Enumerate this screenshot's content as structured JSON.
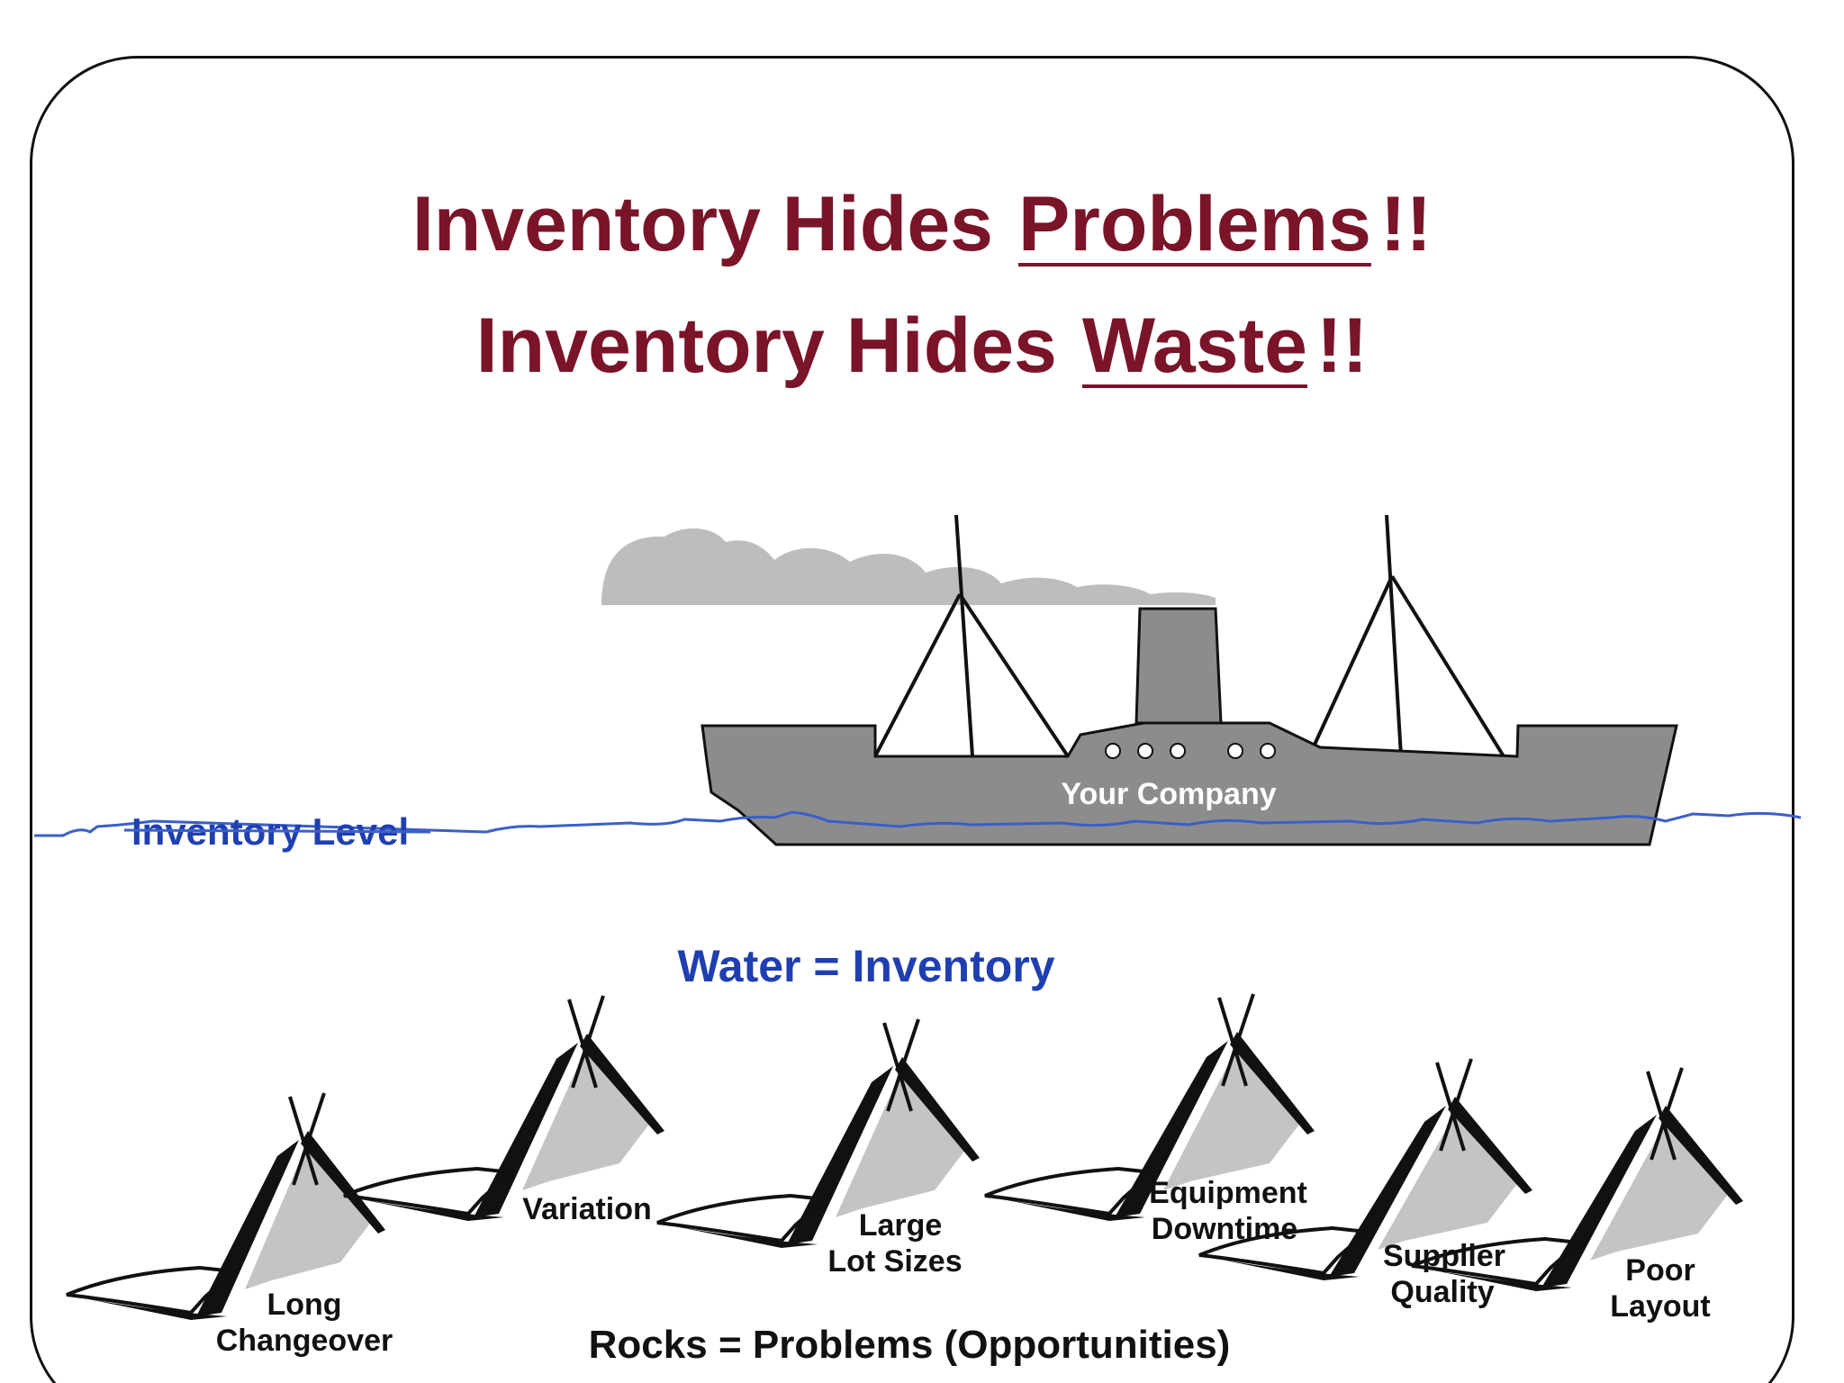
{
  "title": {
    "line1_prefix": "Inventory Hides",
    "line1_emphasis": "Problems",
    "line1_suffix": "!!",
    "line2_prefix": "Inventory Hides",
    "line2_emphasis": "Waste",
    "line2_suffix": "!!"
  },
  "ship": {
    "label": "Your Company"
  },
  "water": {
    "level_label": "Inventory Level",
    "legend": "Water = Inventory"
  },
  "rocks": {
    "legend": "Rocks = Problems (Opportunities)",
    "items": [
      {
        "line1": "Long",
        "line2": "Changeover"
      },
      {
        "line1": "Variation",
        "line2": ""
      },
      {
        "line1": "Large",
        "line2": "Lot Sizes"
      },
      {
        "line1": "Equipment",
        "line2": "Downtime"
      },
      {
        "line1": "Supplier",
        "line2": "Quality"
      },
      {
        "line1": "Poor",
        "line2": "Layout"
      }
    ]
  },
  "colors": {
    "title": "#7a1428",
    "water_text": "#1f3fb0",
    "water_line": "#3a5fc8",
    "ship": "#8c8c8c",
    "smoke": "#bdbdbd",
    "rock_shade": "#c4c4c4"
  }
}
